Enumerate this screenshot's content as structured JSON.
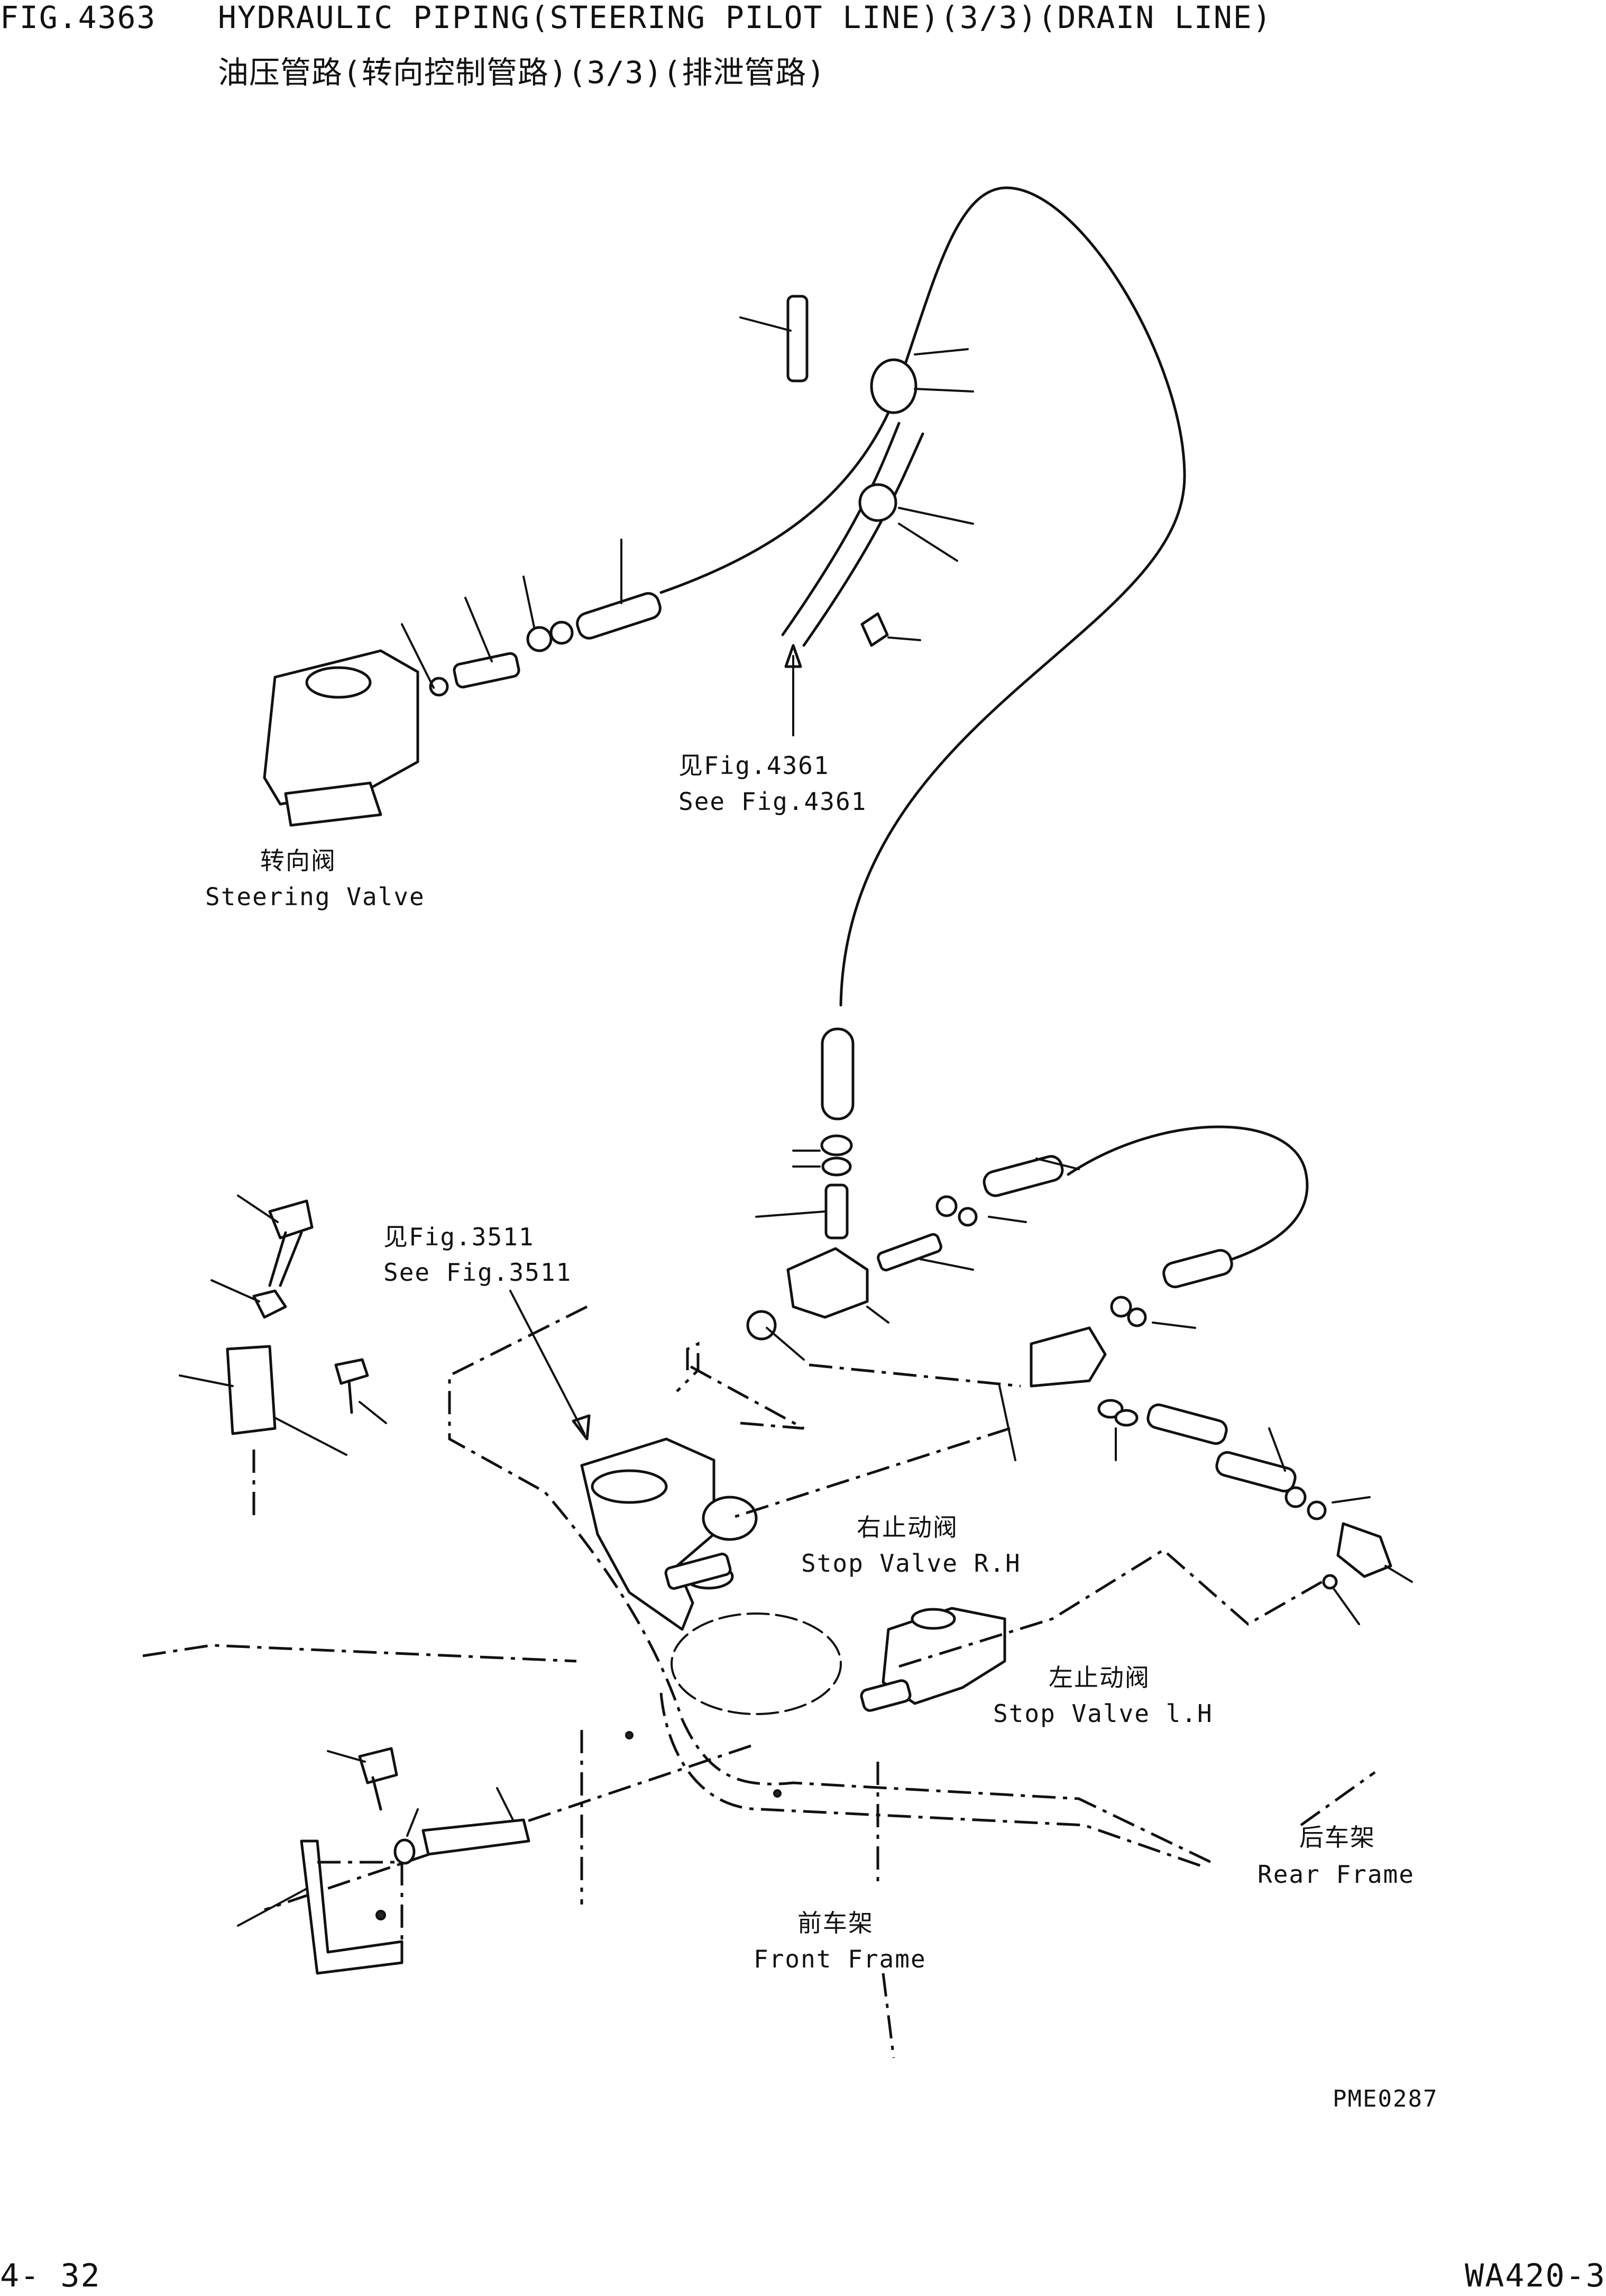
{
  "header": {
    "fig_no": "FIG.4363",
    "title_en": "HYDRAULIC PIPING(STEERING PILOT LINE)(3/3)(DRAIN LINE)",
    "title_cn": "油压管路(转向控制管路)(3/3)(排泄管路)"
  },
  "labels": {
    "ref_4361_cn": "见Fig.4361",
    "ref_4361_en": "See Fig.4361",
    "steering_valve_cn": "转向阀",
    "steering_valve_en": "Steering Valve",
    "ref_3511_cn": "见Fig.3511",
    "ref_3511_en": "See Fig.3511",
    "stop_valve_rh_cn": "右止动阀",
    "stop_valve_rh_en": "Stop Valve R.H",
    "stop_valve_lh_cn": "左止动阀",
    "stop_valve_lh_en": "Stop Valve l.H",
    "rear_frame_cn": "后车架",
    "rear_frame_en": "Rear Frame",
    "front_frame_cn": "前车架",
    "front_frame_en": "Front Frame",
    "drawing_code": "PME0287"
  },
  "footer": {
    "page_no": "4- 32",
    "model": "WA420-3"
  }
}
